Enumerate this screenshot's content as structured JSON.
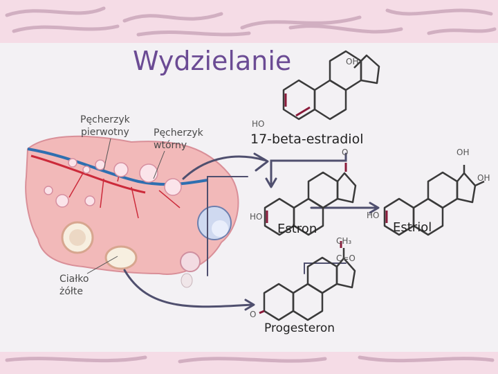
{
  "title": "Wydzielanie",
  "labels": {
    "primary_line1": "Pęcherzyk",
    "primary_line2": "pierwotny",
    "secondary_line1": "Pęcherzyk",
    "secondary_line2": "wtórny",
    "corpus_line1": "Ciałko",
    "corpus_line2": "żółte"
  },
  "hormones": {
    "estradiol": {
      "name": "17-beta-estradiol",
      "oh": "OH",
      "ho": "HO"
    },
    "estron": {
      "name": "Estron",
      "o": "O",
      "ho": "HO"
    },
    "estriol": {
      "name": "Estriol",
      "oh1": "OH",
      "oh2": "OH",
      "ho": "HO"
    },
    "progesteron": {
      "name": "Progesteron",
      "ch3": "CH₃",
      "co": "C=O",
      "o": "O"
    }
  },
  "colors": {
    "title": "#6b4b94",
    "band": "#f5dce6",
    "arrow": "#4f4f6e",
    "bond": "#3a3a3a",
    "double_bond": "#8a1a3a"
  }
}
